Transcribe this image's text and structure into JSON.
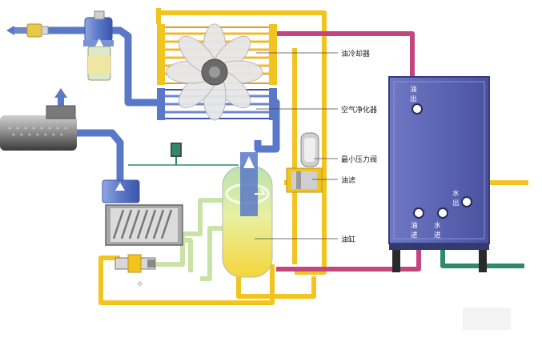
{
  "labels": {
    "oil_cooler": "油冷却器",
    "air_cooler": "空气净化器",
    "min_pressure_valve": "最小压力阀",
    "oil_filter": "油滤",
    "oil_tank": "油缸"
  },
  "tank_ports": {
    "oil_out_1": "油",
    "oil_out_2": "出",
    "water_out_1": "水",
    "water_out_2": "出",
    "oil_in_1": "油",
    "oil_in_2": "进",
    "water_in_1": "水",
    "water_in_2": "进"
  },
  "colors": {
    "air_pipe": "#5a78c8",
    "oil_pipe": "#f2c420",
    "magenta_pipe": "#c4467e",
    "green_pipe": "#2e8a6a",
    "tank_body": "#5a63b0",
    "light_oil": "#c9e3a6"
  }
}
